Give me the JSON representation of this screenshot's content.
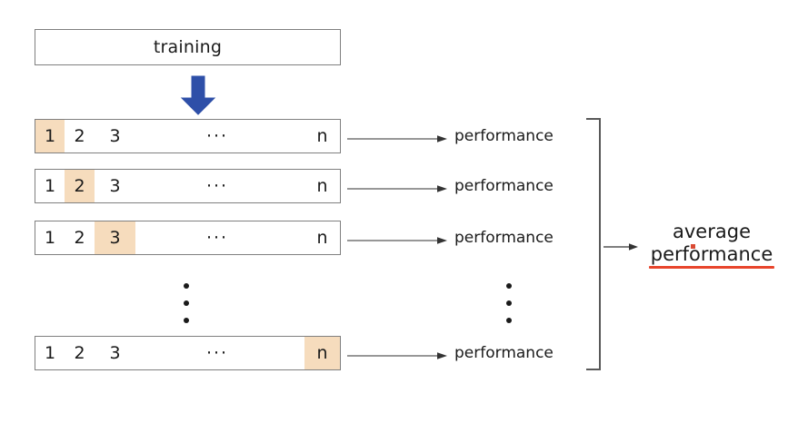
{
  "diagram": {
    "title_box": {
      "label": "training"
    },
    "down_arrow": {
      "icon": "down-block-arrow-icon",
      "color": "#2e4fa8"
    },
    "highlight_color": "#f6dcbd",
    "border_color": "#7f7f7f",
    "fold_rows": [
      {
        "cells": [
          "1",
          "2",
          "3",
          "···",
          "n"
        ],
        "highlighted_index": 0,
        "output_label": "performance"
      },
      {
        "cells": [
          "1",
          "2",
          "3",
          "···",
          "n"
        ],
        "highlighted_index": 1,
        "output_label": "performance"
      },
      {
        "cells": [
          "1",
          "2",
          "3",
          "···",
          "n"
        ],
        "highlighted_index": 2,
        "output_label": "performance"
      },
      {
        "cells": [
          "1",
          "2",
          "3",
          "···",
          "n"
        ],
        "highlighted_index": 4,
        "output_label": "performance"
      }
    ],
    "vertical_ellipsis": "⋮",
    "result": {
      "line1": "average",
      "line2": "performance",
      "underline_color": "#e8452c",
      "spellcheck_mark_color": "#d94a33"
    }
  }
}
